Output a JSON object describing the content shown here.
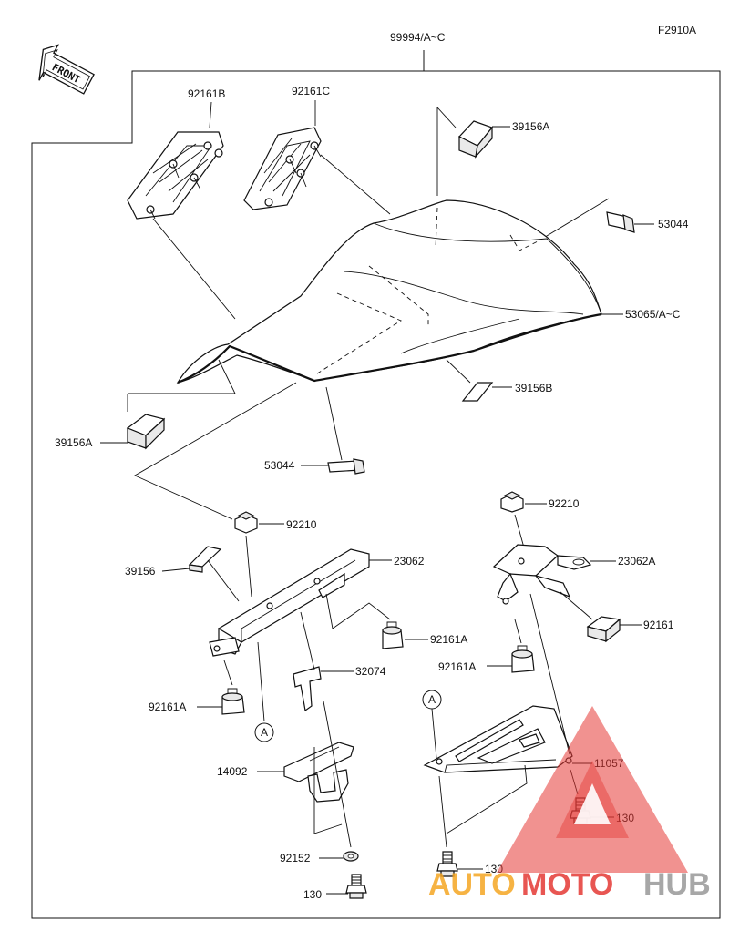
{
  "figure_code": "F2910A",
  "direction_label": "FRONT",
  "assembly_label": "99994/A~C",
  "parts": {
    "p92161B": "92161B",
    "p92161C": "92161C",
    "p39156A_top": "39156A",
    "p53044_right": "53044",
    "p53065": "53065/A~C",
    "p39156B": "39156B",
    "p39156A_left": "39156A",
    "p53044_bottom": "53044",
    "p92210_left": "92210",
    "p92210_right": "92210",
    "p23062": "23062",
    "p23062A": "23062A",
    "p39156": "39156",
    "p92161_right": "92161",
    "p92161A_mid": "92161A",
    "p92161A_right": "92161A",
    "p92161A_left": "92161A",
    "p32074": "32074",
    "p14092": "14092",
    "p11057": "11057",
    "p130_right": "130",
    "p130_bottom_mid": "130",
    "p92152": "92152",
    "p130_bottom": "130"
  },
  "callout_A_left": "A",
  "callout_A_right": "A",
  "watermark": {
    "brand_part1": "AUTO",
    "brand_part2": "MOTO",
    "brand_part3": "HUB",
    "color_orange": "#f5a623",
    "color_red": "#e53935",
    "color_gray": "#9e9e9e"
  }
}
